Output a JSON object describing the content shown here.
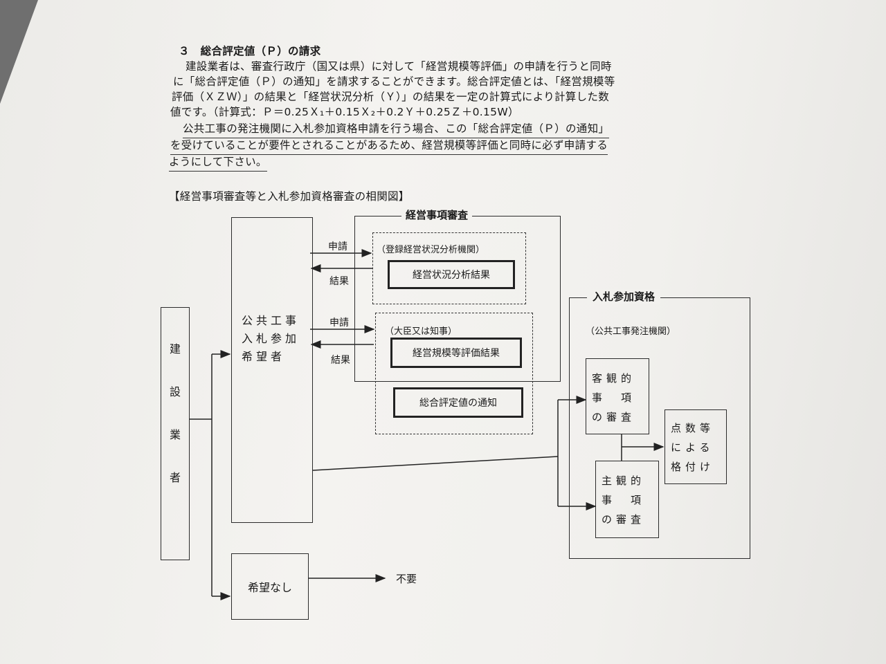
{
  "section": {
    "heading": "３　総合評定値（Ｐ）の請求",
    "para1": [
      "建設業者は、審査行政庁（国又は県）に対して「経営規模等評価」の申請を行うと同時",
      "に「総合評定値（Ｐ）の通知」を請求することができます。総合評定値とは、「経営規模等",
      "評価（ＸＺＷ）」の結果と「経営状況分析（Ｙ）」の結果を一定の計算式により計算した数",
      "値です。（計算式：Ｐ＝0.25Ｘ₁＋0.15Ｘ₂＋0.2Ｙ＋0.25Ｚ＋0.15W）"
    ],
    "para2": [
      "公共工事の発注機関に入札参加資格申請を行う場合、この「総合評定値（Ｐ）の通知」",
      "を受けていることが要件とされることがあるため、経営規模等評価と同時に必ず申請する",
      "ようにして下さい。"
    ]
  },
  "diagram": {
    "title": "【経営事項審査等と入札参加資格審査の相関図】",
    "contractor": [
      "建",
      "設",
      "業",
      "者"
    ],
    "bidder": [
      "公共工事",
      "入札参加",
      "希望者"
    ],
    "no_wish": "希望なし",
    "unnecessary": "不要",
    "keishin_title": "経営事項審査",
    "analysis_org": "（登録経営状況分析機関）",
    "analysis_result": "経営状況分析結果",
    "minister": "（大臣又は知事）",
    "scale_result": "経営規模等評価結果",
    "p_notice": "総合評定値の通知",
    "apply1": "申請",
    "result1": "結果",
    "apply2": "申請",
    "result2": "結果",
    "bid_title": "入札参加資格",
    "bid_org": "（公共工事発注機関）",
    "objective": [
      "客観的",
      "事　項",
      "の審査"
    ],
    "subjective": [
      "主観的",
      "事　項",
      "の審査"
    ],
    "ranking": [
      "点数等",
      "による",
      "格付け"
    ]
  }
}
